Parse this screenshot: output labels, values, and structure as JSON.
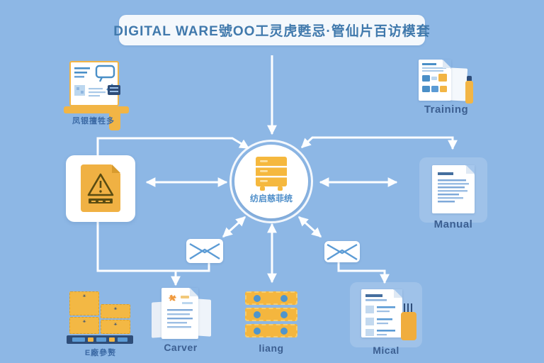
{
  "title": {
    "text": "DIGITAL WARE號OO工灵虎甦忌·管仙片百访模套"
  },
  "hub": {
    "label": "纺启慈菲统",
    "icon": "filing-cabinet"
  },
  "nodes": {
    "presentation": {
      "label": "凤银擅牲多",
      "icon": "presentation-board"
    },
    "training": {
      "label": "Training",
      "icon": "training-documents"
    },
    "warning": {
      "icon": "warning-document"
    },
    "manual": {
      "label": "Manual",
      "icon": "manual-document"
    },
    "mail_left": {
      "icon": "envelope"
    },
    "mail_right": {
      "icon": "envelope"
    },
    "pallet": {
      "label": "E廠參赘",
      "icon": "boxes-on-pallet"
    },
    "carver": {
      "label": "Carver",
      "icon": "brochure-document"
    },
    "liang": {
      "label": "liang",
      "icon": "server-rack"
    },
    "mical": {
      "label": "Mical",
      "icon": "checklist-document"
    }
  },
  "colors": {
    "background": "#8db7e5",
    "panel_white": "#ffffff",
    "accent_yellow": "#f2b545",
    "accent_blue": "#4a8fc7",
    "title_text": "#4079ac",
    "label_text": "#3c5f91",
    "pallet_navy": "#2e4d79",
    "arrow": "#fdfeff"
  }
}
